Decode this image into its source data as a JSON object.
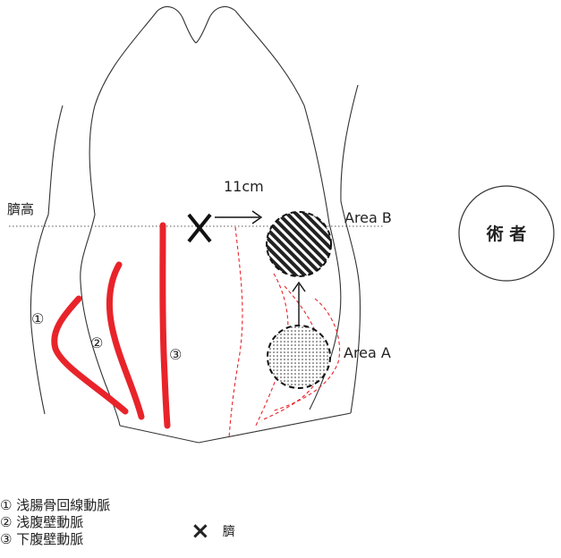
{
  "labels": {
    "distance": "11cm",
    "umbilical_height": "臍高",
    "area_b": "Area B",
    "area_a": "Area A",
    "surgeon": "術 者",
    "vessel_num_1": "①",
    "vessel_num_2": "②",
    "vessel_num_3": "③"
  },
  "legend": {
    "items": [
      "① 浅腸骨回線動脈",
      "② 浅腹壁動脈",
      "③ 下腹壁動脈"
    ],
    "x_mark": "×",
    "x_label": "臍"
  },
  "colors": {
    "vessel": "#e8242a",
    "dashed_vessel": "#e8242a",
    "outline": "#333333"
  }
}
